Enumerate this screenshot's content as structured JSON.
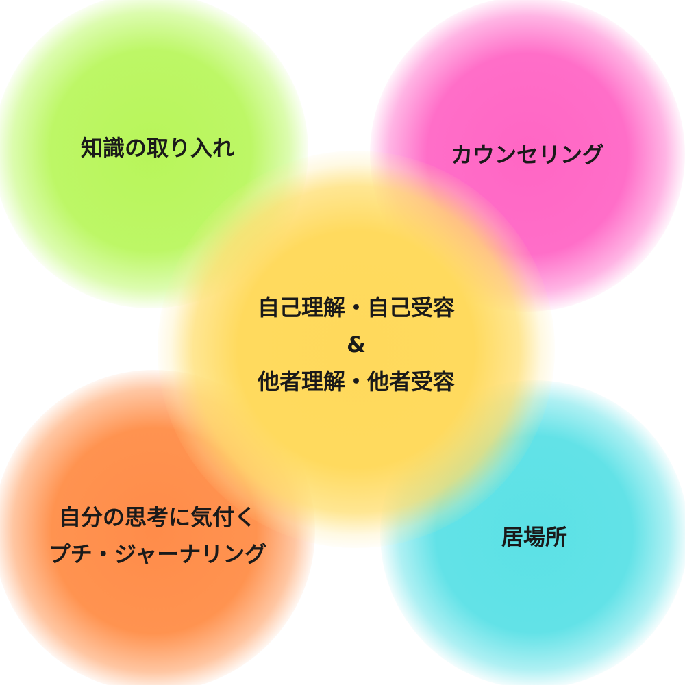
{
  "colors": {
    "green": "#b8f55a",
    "pink": "#ff66c4",
    "yellow": "#ffd95c",
    "orange": "#ff8c4a",
    "cyan": "#5ce1e6",
    "text": "#1a1a1a",
    "background": "#ffffff"
  },
  "bubbles": {
    "knowledge": {
      "label": "知識の取り入れ"
    },
    "counseling": {
      "label": "カウンセリング"
    },
    "center": {
      "line1": "自己理解・自己受容",
      "line2": "&",
      "line3": "他者理解・他者受容"
    },
    "awareness": {
      "line1": "自分の思考に気付く",
      "line2": "プチ・ジャーナリング"
    },
    "place": {
      "label": "居場所"
    }
  }
}
